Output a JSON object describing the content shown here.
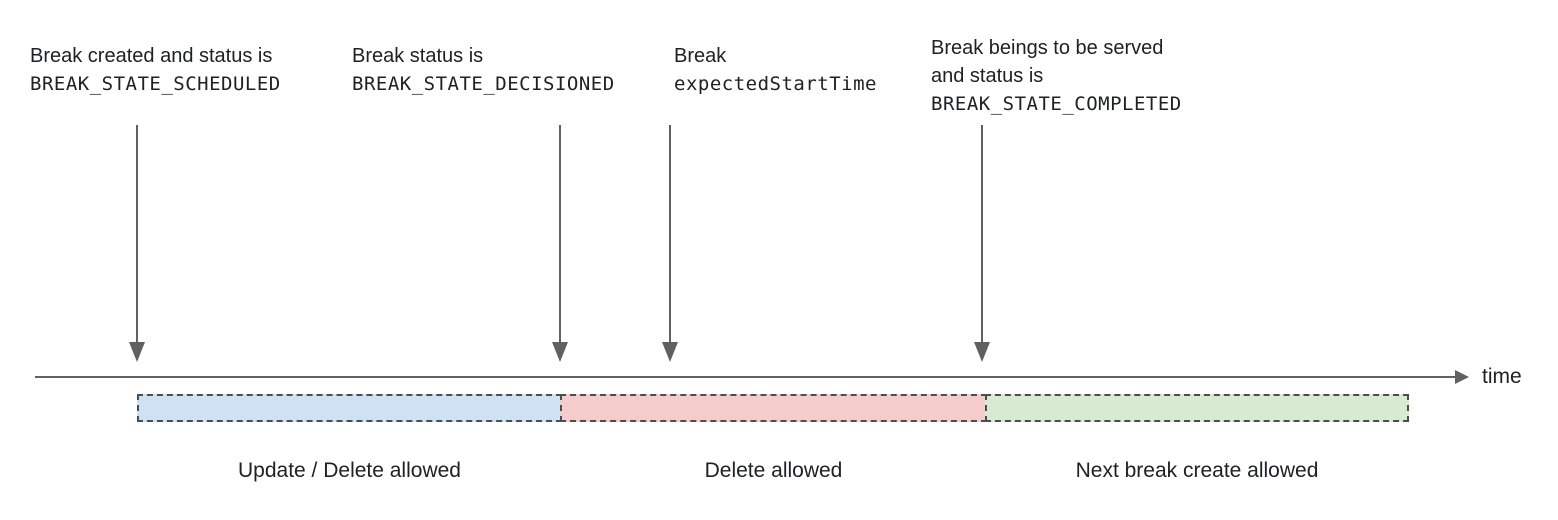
{
  "annotations": [
    {
      "line1": "Break created and status is",
      "code": "BREAK_STATE_SCHEDULED"
    },
    {
      "line1": "Break status is",
      "code": "BREAK_STATE_DECISIONED"
    },
    {
      "line1": "Break",
      "code": "expectedStartTime"
    },
    {
      "line1": "Break beings to be served",
      "line2": "and status is",
      "code": "BREAK_STATE_COMPLETED"
    }
  ],
  "timeline": {
    "axis_label": "time"
  },
  "segments": [
    {
      "label": "Update / Delete allowed",
      "color": "#cfe2f3"
    },
    {
      "label": "Delete allowed",
      "color": "#f4cccc"
    },
    {
      "label": "Next break create allowed",
      "color": "#d9ead3"
    }
  ],
  "colors": {
    "arrow": "#616161",
    "segment_border": "#4d4d4d",
    "text": "#202124"
  }
}
